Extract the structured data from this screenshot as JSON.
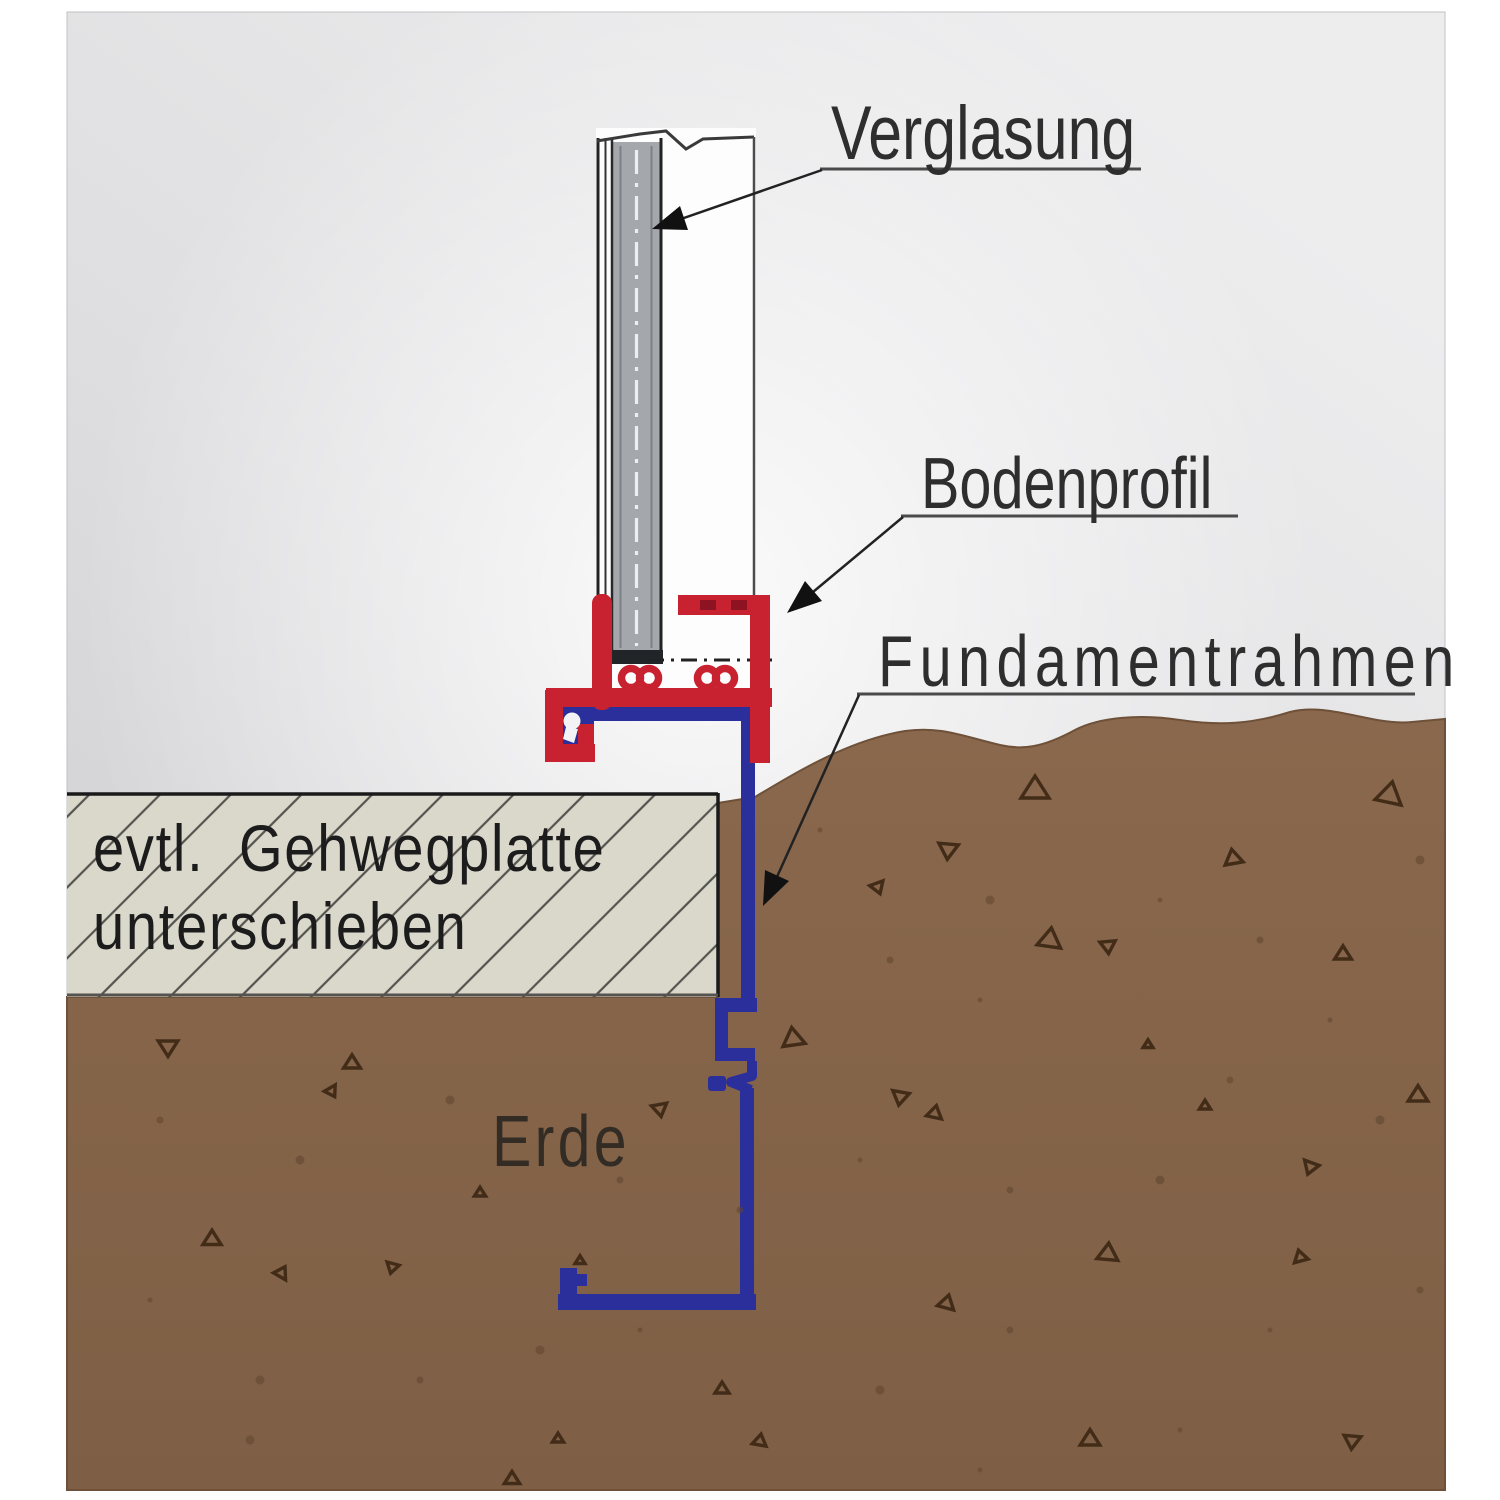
{
  "diagram": {
    "labels": {
      "verglasung": "Verglasung",
      "bodenprofil": "Bodenprofil",
      "fundamentrahmen": "Fundamentrahmen",
      "erde": "Erde",
      "gehwegplatte_line1": "evtl.  Gehwegplatte",
      "gehwegplatte_line2": "unterschieben"
    },
    "colors": {
      "bodenprofil_red": "#c8212f",
      "bodenprofil_red_dark": "#8e1322",
      "fundamentrahmen_blue": "#2b2f9c",
      "earth_brown": "#8a684d",
      "earth_brown_deep": "#7e5f45",
      "slab_beige": "#dad7cb",
      "background_gray": "#d9d9db",
      "glass_gray": "#a4a8ac"
    }
  }
}
